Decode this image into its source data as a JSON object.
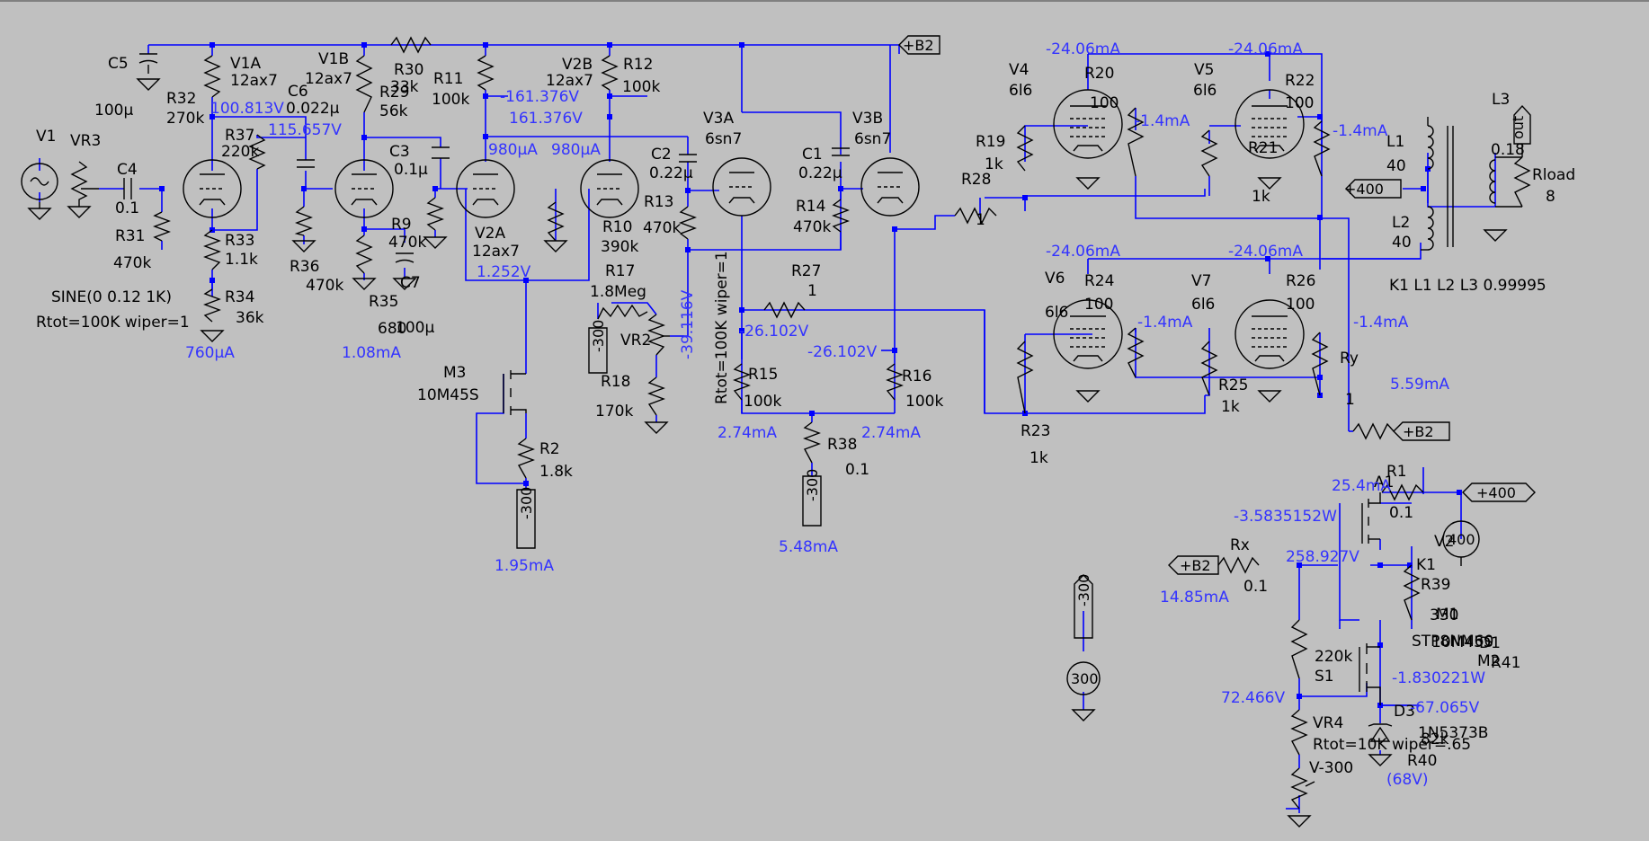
{
  "colors": {
    "background": "#c0c0c0",
    "wire": "#0000ff",
    "component": "#000000",
    "label": "#000000",
    "annotation": "#3333ff"
  },
  "labels": [
    "V1",
    "VR3",
    "C4",
    "0.1",
    "R31",
    "470k",
    "SINE(0 0.12 1K)",
    "Rtot=100K wiper=1",
    "C5",
    "100µ",
    "V1A",
    "12ax7",
    "R32",
    "270k",
    "R37",
    "220k",
    "C6",
    "0.022µ",
    "R33",
    "1.1k",
    "R34",
    "36k",
    "V1B",
    "12ax7",
    "R29",
    "56k",
    "R30",
    "33k",
    "R36",
    "470k",
    "R35",
    "680",
    "C7",
    "100µ",
    "C3",
    "0.1µ",
    "R9",
    "470k",
    "R11",
    "100k",
    "V2A",
    "12ax7",
    "V2B",
    "12ax7",
    "R12",
    "100k",
    "R10",
    "390k",
    "C2",
    "0.22µ",
    "R13",
    "470k",
    "V3A",
    "6sn7",
    "C1",
    "0.22µ",
    "V3B",
    "6sn7",
    "R14",
    "470k",
    "R17",
    "1.8Meg",
    "VR2",
    "R18",
    "170k",
    "Rtot=100K wiper=1",
    "R27",
    "1",
    "R15",
    "100k",
    "R16",
    "100k",
    "R38",
    "0.1",
    "M3",
    "10M45S",
    "R2",
    "1.8k",
    "R28",
    "1",
    "R19",
    "1k",
    "V4",
    "6l6",
    "R20",
    "100",
    "V5",
    "6l6",
    "R21",
    "1k",
    "R22",
    "100",
    "L1",
    "40",
    "L3",
    "0.18",
    "Rload",
    "8",
    "L2",
    "40",
    "K1 L1 L2 L3 0.99995",
    "V6",
    "6l6",
    "R24",
    "100",
    "V7",
    "6l6",
    "R26",
    "100",
    "R25",
    "1k",
    "R23",
    "1k",
    "Ry",
    "1",
    "A1",
    "R1",
    "0.1",
    "V2",
    "Rx",
    "0.1",
    "K1",
    "R39",
    "330",
    "M1",
    "10M45S",
    "STP8NM60",
    "M2",
    "D1",
    "R41",
    "220k",
    "S1",
    "D3",
    "1N5373B",
    "R40",
    "82k",
    "VR4",
    "Rtot=10K wiper=.65",
    "V-300"
  ],
  "flags": [
    "+B2",
    "+B2",
    "+400",
    "out",
    "+400",
    "+B2",
    "-300",
    "-300",
    "-300",
    "-300",
    "400",
    "300"
  ],
  "annotations": [
    "100.813V",
    "115.657V",
    "-161.376V",
    "161.376V",
    "980µA",
    "980µA",
    "1.252V",
    "-39.116V",
    "-26.102V",
    "-26.102V",
    "2.74mA",
    "2.74mA",
    "5.48mA",
    "760µA",
    "1.08mA",
    "1.95mA",
    "-24.06mA",
    "-24.06mA",
    "-1.4mA",
    "-1.4mA",
    "-24.06mA",
    "-24.06mA",
    "-1.4mA",
    "-1.4mA",
    "5.59mA",
    "25.4mA",
    "-3.5835152W",
    "258.927V",
    "14.85mA",
    "-1.830221W",
    "-67.065V",
    "72.466V",
    "(68V)"
  ]
}
